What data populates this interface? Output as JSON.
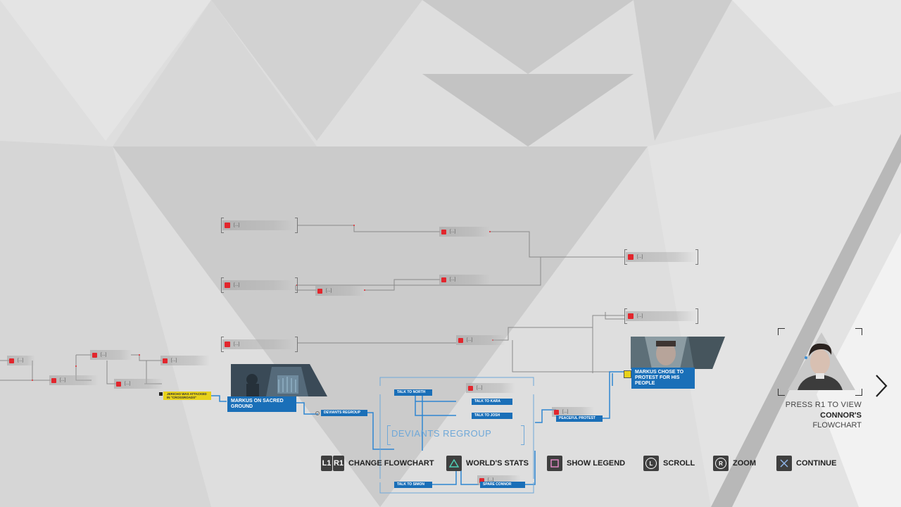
{
  "locked_label": "[...]",
  "story_nodes": {
    "jericho": "Jericho was attacked in \"Crossroads\"",
    "markus_sacred": "Markus on Sacred Ground",
    "deviants_regroup_node": "Deviants Regroup",
    "talk_north": "Talk to North",
    "talk_kara": "Talk to Kara",
    "talk_josh": "Talk to Josh",
    "talk_simon": "Talk to Simon",
    "spare_connor": "Spare Connor",
    "peaceful_protest": "Peaceful Protest",
    "markus_protest": "Markus chose to protest for his people"
  },
  "section_title": "DEVIANTS REGROUP",
  "controls": [
    {
      "icon": "l1-r1-buttons",
      "glyph1": "L1",
      "glyph2": "R1",
      "label": "CHANGE FLOWCHART"
    },
    {
      "icon": "triangle-button",
      "label": "WORLD'S STATS"
    },
    {
      "icon": "square-button",
      "label": "SHOW LEGEND"
    },
    {
      "icon": "left-stick-button",
      "glyph": "L",
      "label": "SCROLL"
    },
    {
      "icon": "right-stick-button",
      "glyph": "R",
      "label": "ZOOM"
    },
    {
      "icon": "cross-button",
      "label": "CONTINUE"
    }
  ],
  "switch_panel": {
    "line1": "PRESS R1 TO VIEW",
    "line2": "CONNOR'S",
    "line3": "FLOWCHART"
  },
  "colors": {
    "accent_blue": "#1a6fb8",
    "lock_red": "#e2262d",
    "highlight_yellow": "#e8d21a",
    "section_blue": "#6fa8d8"
  }
}
